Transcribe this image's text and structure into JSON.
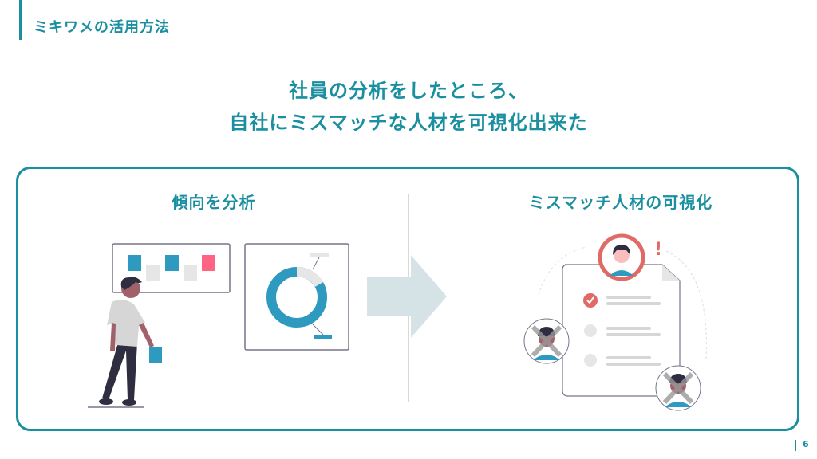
{
  "header": {
    "title": "ミキワメの活用方法"
  },
  "headline": {
    "line1": "社員の分析をしたところ、",
    "line2": "自社にミスマッチな人材を可視化出来た"
  },
  "panel": {
    "left_title": "傾向を分析",
    "right_title": "ミスマッチ人材の可視化"
  },
  "alert_mark": "!",
  "page_number": "6",
  "colors": {
    "accent": "#1a8fa0",
    "illustration_blue": "#2e9abf",
    "alert_red": "#e06b66",
    "arrow": "#d5e3e6"
  }
}
